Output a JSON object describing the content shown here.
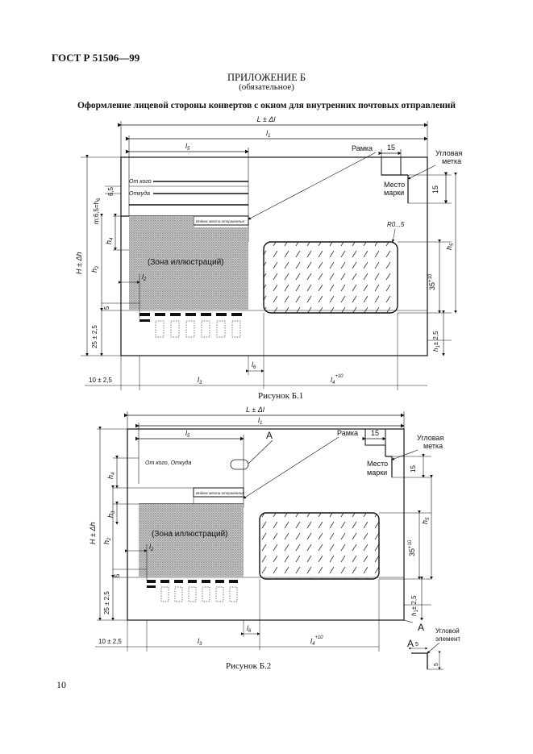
{
  "header": {
    "standard": "ГОСТ Р 51506—99"
  },
  "appendix": {
    "title": "ПРИЛОЖЕНИЕ Б",
    "status": "(обязательное)"
  },
  "section_title": "Оформление лицевой стороны конвертов с окном для внутренних почтовых отправлений",
  "fig1": {
    "caption": "Рисунок Б.1",
    "L": "L ± Δl",
    "l1": "l",
    "l1s": "1",
    "l5": "l",
    "l5s": "5",
    "frame": "Рамка",
    "d15": "15",
    "corner1": "Угловая",
    "corner2": "метка",
    "place1": "Место",
    "place2": "марки",
    "d15v": "15",
    "from": "От кого",
    "to": "Откуда",
    "d65": "6,5",
    "m65": "m:6,5=h",
    "m65s": "6",
    "index_text": "Индекс места отправления",
    "h4": "h",
    "h4s": "4",
    "l8": "l",
    "l8s": "8",
    "radius": "R0...5",
    "hdh": "H ± Δh",
    "h2": "h",
    "h2s": "2",
    "zone": "(Зона иллюстраций)",
    "l2": "l",
    "l2s": "2",
    "h5": "h",
    "h5s": "5",
    "d35": "35",
    "sup10": "+10",
    "d5": "5",
    "d25": "25 ± 2,5",
    "h1": "h",
    "h1s": "1",
    "h1v": "± 2,5",
    "l6": "l",
    "l6s": "6",
    "d10": "10 ± 2,5",
    "l3": "l",
    "l3s": "3",
    "l4": "l",
    "l4s": "4"
  },
  "fig2": {
    "caption": "Рисунок Б.2",
    "L": "L ± Δl",
    "l1": "l",
    "l1s": "1",
    "l5": "l",
    "l5s": "5",
    "mark_a": "A",
    "frame": "Рамка",
    "d15": "15",
    "corner1": "Угловая",
    "corner2": "метка",
    "place1": "Место",
    "place2": "марки",
    "d15v": "15",
    "fromto": "От кого, Откуда",
    "h4": "h",
    "h4s": "4",
    "index_text": "Индекс места отправления",
    "hdh": "H ± Δh",
    "h3": "h",
    "h3s": "3",
    "l8": "l",
    "l8s": "8",
    "h2": "h",
    "h2s": "2",
    "zone": "(Зона иллюстраций)",
    "l2": "l",
    "l2s": "2",
    "h5": "h",
    "h5s": "5",
    "d35": "35",
    "sup10": "+10",
    "d5": "5",
    "d25": "25 ± 2,5",
    "h1": "h",
    "h1s": "1",
    "h1v": "± 2,5",
    "l6": "l",
    "l6s": "6",
    "d10": "10 ± 2,5",
    "l3": "l",
    "l3s": "3",
    "l4": "l",
    "l4s": "4",
    "detail_a": "A",
    "detail1": "Угловой",
    "detail2": "элемент",
    "d5a": "5",
    "d5b": "5"
  },
  "page_number": "10"
}
